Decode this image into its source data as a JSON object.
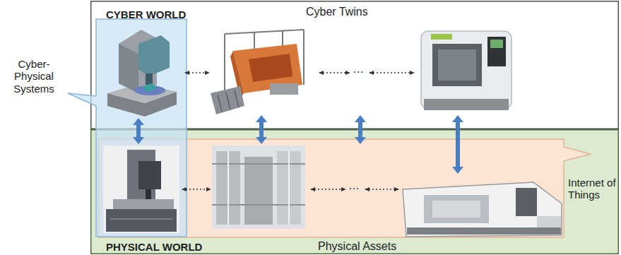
{
  "diagram": {
    "nodes": [
      {
        "text": [
          "CYBER WORLD",
          "Cyber Twins"
        ]
      },
      {
        "text": [
          "PHYSICAL WORLD",
          "Physical Assets"
        ]
      },
      {
        "text": [
          "Cyber-Physical Systems"
        ]
      },
      {
        "text": [
          "Internet of Things"
        ],
        "in": 1
      }
    ],
    "labels": [
      "…",
      "…"
    ]
  }
}
